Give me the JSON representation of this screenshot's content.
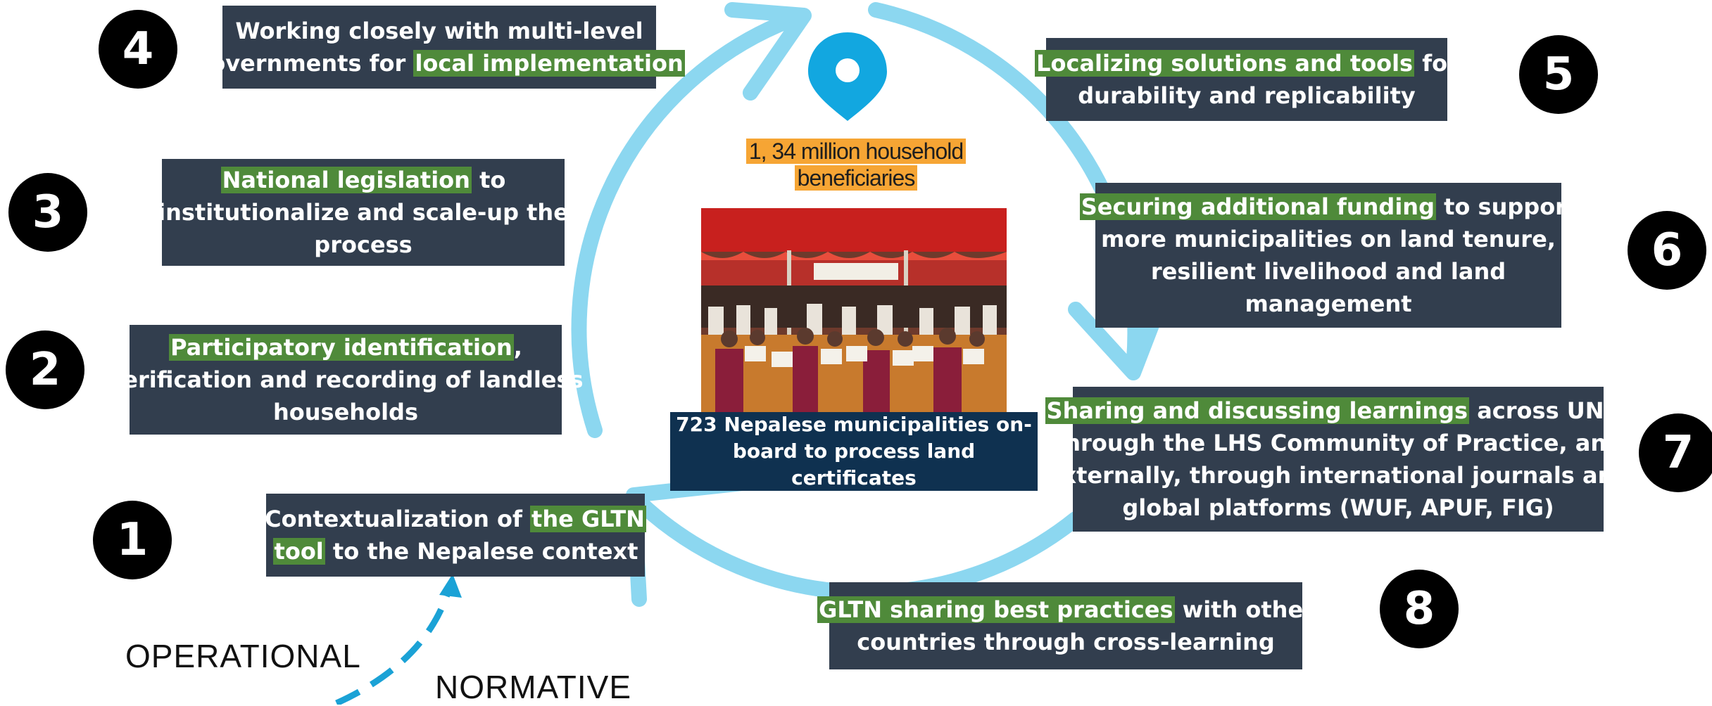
{
  "colors": {
    "cycle_arrow": "#8cd7f0",
    "box_background": "#323e4e",
    "highlight": "#4f8a3a",
    "number_circle": "#000000",
    "beneficiaries_highlight": "#f6a534",
    "caption_background": "#0f3150",
    "dashed_arrow": "#1ba2d6",
    "pin": "#12a7e0"
  },
  "icons": {
    "pin": "map-pin-icon"
  },
  "center": {
    "beneficiaries": [
      "1, 34 million household",
      "beneficiaries"
    ],
    "caption": [
      "723 Nepalese municipalities on-",
      "board to process land certificates"
    ]
  },
  "steps": [
    {
      "number": "1",
      "lines": [
        [
          "Contextualization of ",
          "the GLTN"
        ],
        [
          "tool",
          " to the Nepalese context"
        ]
      ]
    },
    {
      "number": "2",
      "lines": [
        [
          "Participatory identification",
          ","
        ],
        [
          "",
          "verification and recording of landless"
        ],
        [
          "",
          "households"
        ]
      ]
    },
    {
      "number": "3",
      "lines": [
        [
          "National legislation",
          " to"
        ],
        [
          "",
          "institutionalize and scale-up the"
        ],
        [
          "",
          "process"
        ]
      ]
    },
    {
      "number": "4",
      "lines": [
        [
          "",
          "Working closely with multi-level"
        ],
        [
          "governments for ",
          "local implementation"
        ]
      ]
    },
    {
      "number": "5",
      "lines": [
        [
          "Localizing solutions and tools",
          " for"
        ],
        [
          "",
          "durability and replicability"
        ]
      ]
    },
    {
      "number": "6",
      "lines": [
        [
          "Securing additional funding",
          " to support"
        ],
        [
          "",
          "more municipalities on land tenure,"
        ],
        [
          "",
          "resilient livelihood and land"
        ],
        [
          "",
          "management"
        ]
      ]
    },
    {
      "number": "7",
      "lines": [
        [
          "Sharing and discussing learnings",
          " across UNH,"
        ],
        [
          "",
          "through the LHS Community of Practice, and"
        ],
        [
          "",
          "externally, through international journals and"
        ],
        [
          "",
          "global platforms (WUF, APUF, FIG)"
        ]
      ]
    },
    {
      "number": "8",
      "lines": [
        [
          "GLTN sharing best practices",
          " with other"
        ],
        [
          "",
          "countries through cross-learning"
        ]
      ]
    }
  ],
  "labels": {
    "operational": "OPERATIONAL",
    "normative": "NORMATIVE"
  }
}
